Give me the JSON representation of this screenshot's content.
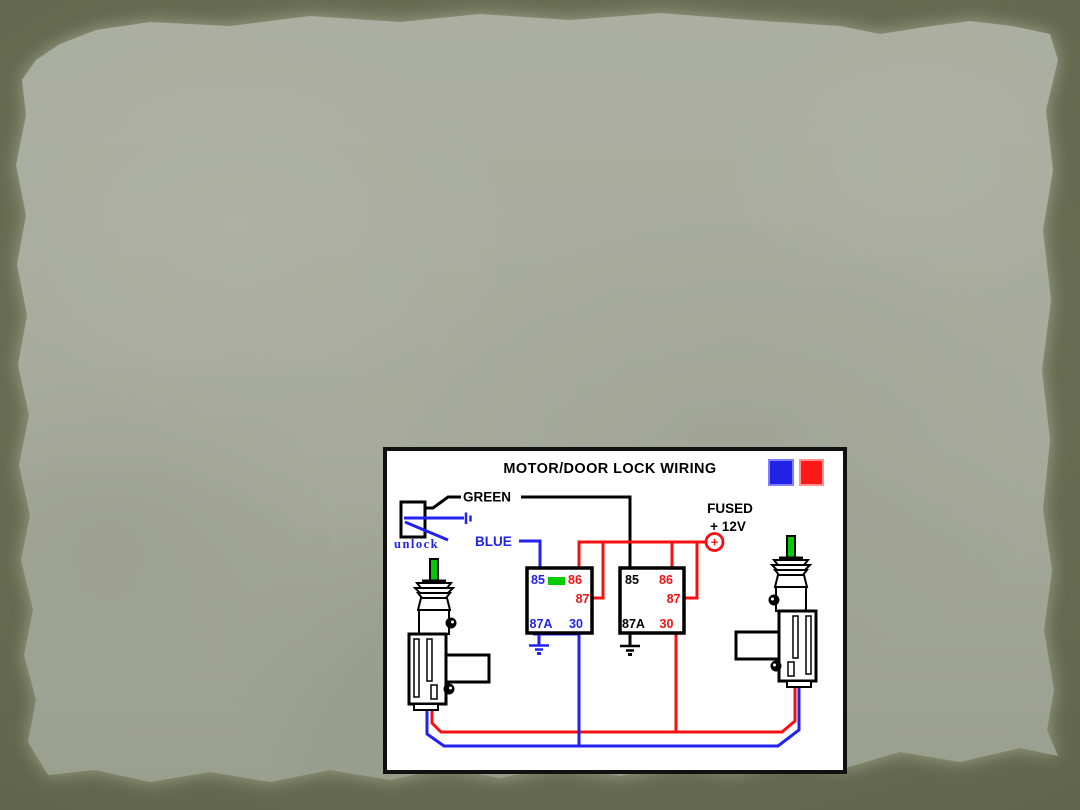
{
  "slide": {
    "background_color": "#666a4f",
    "paper_color": "#a7aa9c"
  },
  "diagram": {
    "title": "MOTOR/DOOR LOCK WIRING",
    "legend": {
      "blue_swatch_color": "#2222e6",
      "red_swatch_color": "#ff1a1a"
    },
    "labels": {
      "green_wire": "GREEN",
      "blue_wire": "BLUE",
      "switch": "unlock",
      "fused": "FUSED",
      "voltage": "+ 12V",
      "fuse_plus": "+"
    },
    "wire_colors": {
      "black": "#000000",
      "red": "#f51111",
      "blue": "#2222f0",
      "green": "#00cc00"
    },
    "relay_left": {
      "pin_85": "85",
      "pin_86": "86",
      "pin_87": "87",
      "pin_87a": "87A",
      "pin_30": "30",
      "pin_colors": {
        "pin_85": "blue",
        "pin_86": "red",
        "pin_87": "red",
        "pin_87a": "blue",
        "pin_30": "blue"
      }
    },
    "relay_right": {
      "pin_85": "85",
      "pin_86": "86",
      "pin_87": "87",
      "pin_87a": "87A",
      "pin_30": "30",
      "pin_colors": {
        "pin_85": "black",
        "pin_86": "red",
        "pin_87": "red",
        "pin_87a": "black",
        "pin_30": "red"
      }
    }
  }
}
